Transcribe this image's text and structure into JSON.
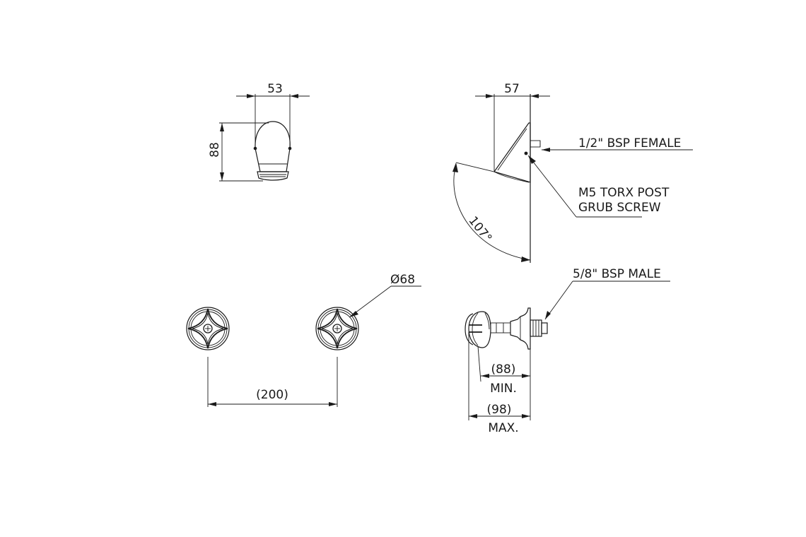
{
  "dimensions": {
    "spout_width": "53",
    "spout_height": "88",
    "side_width": "57",
    "angle": "107°",
    "handle_diameter": "68",
    "handle_spacing": "(200)",
    "min_depth": "(88)",
    "min_label": "MIN.",
    "max_depth": "(98)",
    "max_label": "MAX."
  },
  "callouts": {
    "inlet_thread": "1/2\" BSP FEMALE",
    "grub_screw_line1": "M5 TORX POST",
    "grub_screw_line2": "GRUB SCREW",
    "outlet_thread": "5/8\" BSP MALE",
    "diameter_symbol": "Ø"
  }
}
